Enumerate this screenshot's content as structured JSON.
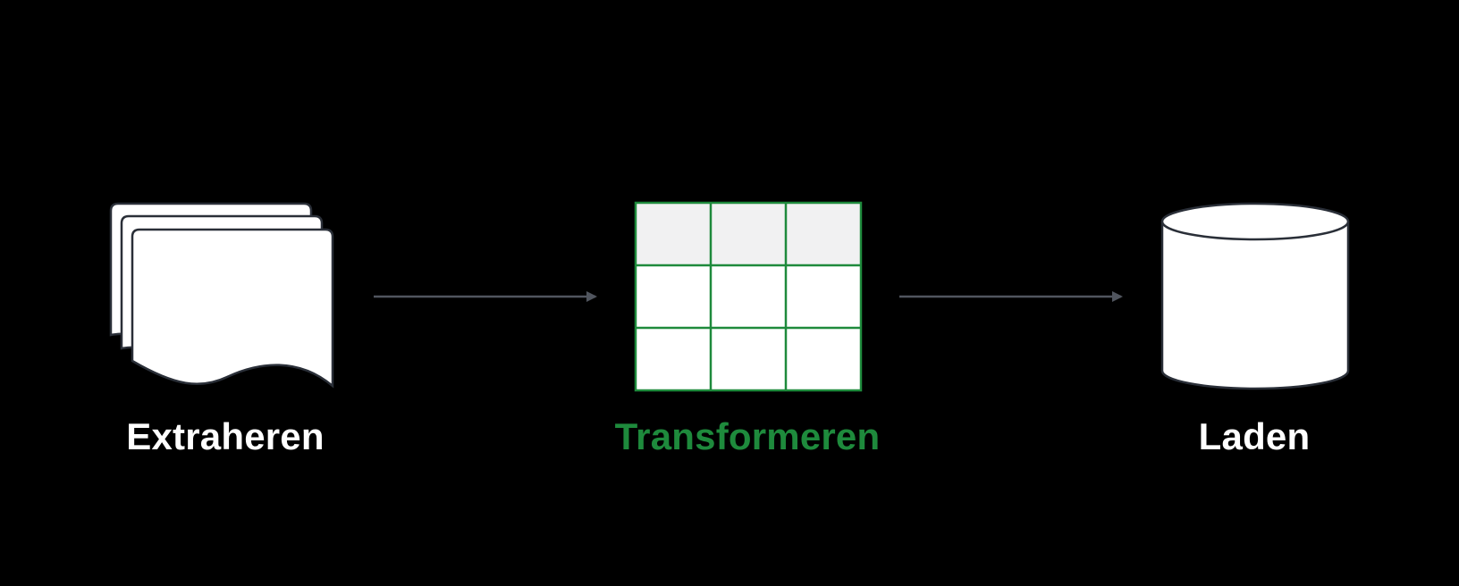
{
  "colors": {
    "background": "#000000",
    "node_fill": "#ffffff",
    "node_stroke": "#2a2f38",
    "highlight": "#1e8a3c",
    "header_fill": "#f1f1f2",
    "arrow": "#50555e",
    "label": "#ffffff"
  },
  "steps": [
    {
      "label": "Extraheren",
      "icon": "documents-stack-icon",
      "highlighted": false
    },
    {
      "label": "Transformeren",
      "icon": "table-grid-icon",
      "highlighted": true
    },
    {
      "label": "Laden",
      "icon": "database-cylinder-icon",
      "highlighted": false
    }
  ],
  "connections": [
    {
      "from": "Extraheren",
      "to": "Transformeren"
    },
    {
      "from": "Transformeren",
      "to": "Laden"
    }
  ]
}
